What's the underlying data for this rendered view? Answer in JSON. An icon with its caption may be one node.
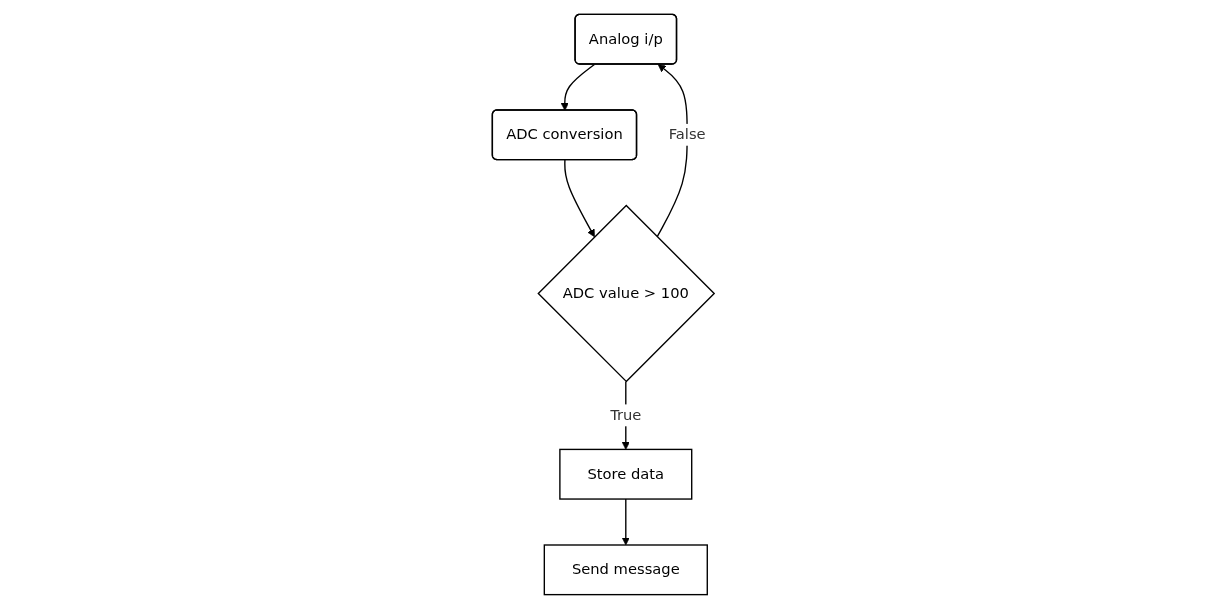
{
  "diagram": {
    "nodes": [
      {
        "text": [
          "Analog i/p"
        ]
      },
      {
        "text": [
          "ADC conversion"
        ]
      },
      {
        "text": [
          "ADC value > 100"
        ]
      },
      {
        "text": [
          "Store data"
        ]
      },
      {
        "text": [
          "Send message"
        ]
      }
    ],
    "edges": [
      {
        "from": 0,
        "to": 1,
        "arrow": "to"
      },
      {
        "from": 1,
        "to": 2,
        "arrow": "to"
      },
      {
        "from": 2,
        "to": 3,
        "arrow": "to",
        "label": "True"
      },
      {
        "from": 3,
        "to": 4,
        "arrow": "to"
      },
      {
        "from": 2,
        "to": 0,
        "arrow": "to",
        "label": "False"
      }
    ]
  }
}
